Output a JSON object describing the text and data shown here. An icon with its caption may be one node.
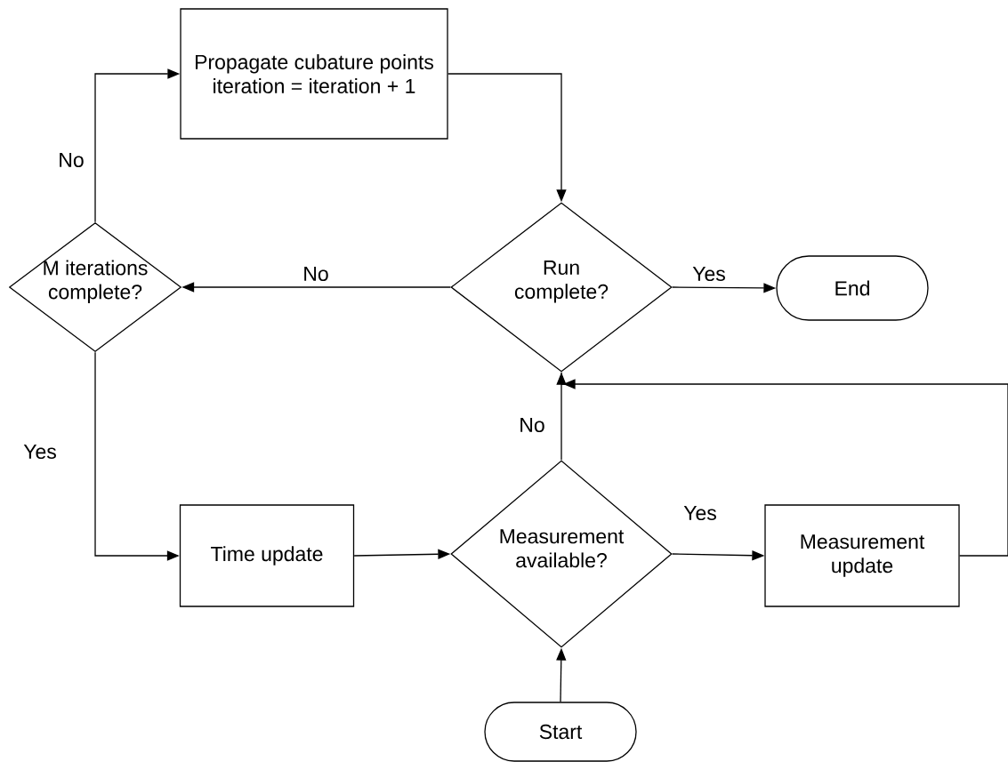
{
  "diagram": {
    "nodes": [
      {
        "text": [
          "Propagate cubature points",
          "iteration = iteration + 1"
        ]
      },
      {
        "text": [
          "M iterations complete?"
        ]
      },
      {
        "text": [
          "Run complete?"
        ]
      },
      {
        "text": [
          "End"
        ]
      },
      {
        "text": [
          "Time update"
        ]
      },
      {
        "text": [
          "Measurement available?"
        ]
      },
      {
        "text": [
          "Measurement update"
        ]
      },
      {
        "text": [
          "Start"
        ]
      }
    ],
    "edges": [
      {
        "from": 1,
        "to": 0,
        "arrow": "to",
        "label": "No"
      },
      {
        "from": 0,
        "to": 2,
        "arrow": "to"
      },
      {
        "from": 2,
        "to": 1,
        "arrow": "to",
        "label": "No"
      },
      {
        "from": 2,
        "to": 3,
        "arrow": "to",
        "label": "Yes"
      },
      {
        "from": 1,
        "to": 4,
        "arrow": "to",
        "label": "Yes"
      },
      {
        "from": 4,
        "to": 5,
        "arrow": "to"
      },
      {
        "from": 5,
        "to": 6,
        "arrow": "to",
        "label": "Yes"
      },
      {
        "from": 5,
        "to": 2,
        "arrow": "to",
        "label": "No"
      },
      {
        "from": 6,
        "to": 2,
        "arrow": "to"
      },
      {
        "from": 7,
        "to": 5,
        "arrow": "to"
      }
    ]
  }
}
